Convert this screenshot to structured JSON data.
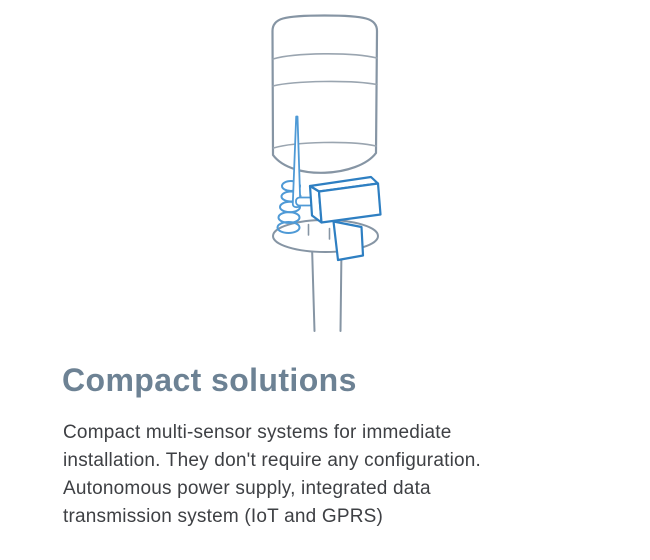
{
  "card": {
    "title": "Compact solutions",
    "description": "Compact multi-sensor systems for immediate\ninstallation. They don't require any configuration.\nAutonomous power supply, integrated data\ntransmission system (IoT and GPRS)",
    "illustration": {
      "label": "compact-multi-sensor-station",
      "colors": {
        "gray_outline": "#8695a4",
        "gray_detail": "#9aa5b0",
        "blue_outline": "#2e7fc2",
        "blue_light": "#4f9ad6"
      }
    },
    "colors": {
      "title_text": "#6d8294",
      "body_text": "#3e4044",
      "background": "#ffffff"
    }
  }
}
